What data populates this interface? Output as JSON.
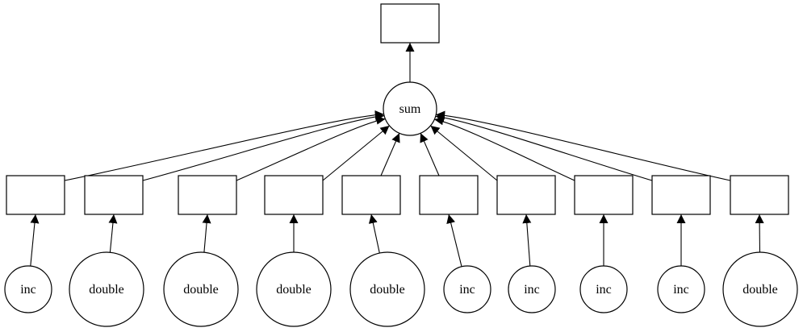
{
  "diagram": {
    "root_box": {
      "label": ""
    },
    "sum_node": {
      "label": "sum"
    },
    "boxes": [
      {
        "label": ""
      },
      {
        "label": ""
      },
      {
        "label": ""
      },
      {
        "label": ""
      },
      {
        "label": ""
      },
      {
        "label": ""
      },
      {
        "label": ""
      },
      {
        "label": ""
      },
      {
        "label": ""
      },
      {
        "label": ""
      }
    ],
    "leaves": [
      {
        "label": "inc"
      },
      {
        "label": "double"
      },
      {
        "label": "double"
      },
      {
        "label": "double"
      },
      {
        "label": "double"
      },
      {
        "label": "inc"
      },
      {
        "label": "inc"
      },
      {
        "label": "inc"
      },
      {
        "label": "inc"
      },
      {
        "label": "double"
      }
    ],
    "edges": [
      {
        "from": "leaves.0",
        "to": "boxes.0"
      },
      {
        "from": "leaves.1",
        "to": "boxes.1"
      },
      {
        "from": "leaves.2",
        "to": "boxes.2"
      },
      {
        "from": "leaves.3",
        "to": "boxes.3"
      },
      {
        "from": "leaves.4",
        "to": "boxes.4"
      },
      {
        "from": "leaves.5",
        "to": "boxes.5"
      },
      {
        "from": "leaves.6",
        "to": "boxes.6"
      },
      {
        "from": "leaves.7",
        "to": "boxes.7"
      },
      {
        "from": "leaves.8",
        "to": "boxes.8"
      },
      {
        "from": "leaves.9",
        "to": "boxes.9"
      },
      {
        "from": "boxes.0",
        "to": "sum_node"
      },
      {
        "from": "boxes.1",
        "to": "sum_node"
      },
      {
        "from": "boxes.2",
        "to": "sum_node"
      },
      {
        "from": "boxes.3",
        "to": "sum_node"
      },
      {
        "from": "boxes.4",
        "to": "sum_node"
      },
      {
        "from": "boxes.5",
        "to": "sum_node"
      },
      {
        "from": "boxes.6",
        "to": "sum_node"
      },
      {
        "from": "boxes.7",
        "to": "sum_node"
      },
      {
        "from": "boxes.8",
        "to": "sum_node"
      },
      {
        "from": "boxes.9",
        "to": "sum_node"
      },
      {
        "from": "sum_node",
        "to": "root_box"
      }
    ],
    "colors": {
      "stroke": "#000000",
      "fill": "#ffffff",
      "background": "#ffffff"
    }
  }
}
